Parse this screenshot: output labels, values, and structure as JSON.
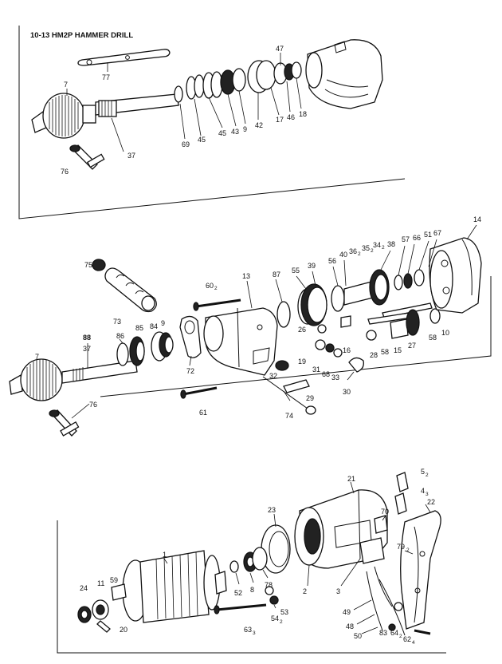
{
  "diagram": {
    "title": "10-13 HM2P HAMMER DRILL",
    "panel1_labels": {
      "p77": "77",
      "p7": "7",
      "p37": "37",
      "p76": "76",
      "p69": "69",
      "p45a": "45",
      "p45b": "45",
      "p43": "43",
      "p9": "9",
      "p42": "42",
      "p17": "17",
      "p47": "47",
      "p46": "46",
      "p18": "18"
    },
    "panel2_labels": {
      "p75": "75",
      "p73": "73",
      "p60": "60",
      "p60s": "2",
      "p13": "13",
      "p87": "87",
      "p55": "55",
      "p39": "39",
      "p56a": "56",
      "p40": "40",
      "p36": "36",
      "p36s": "2",
      "p35": "35",
      "p35s": "2",
      "p34": "34",
      "p34s": "2",
      "p38": "38",
      "p57": "57",
      "p66": "66",
      "p51": "51",
      "p67": "67",
      "p14": "14",
      "p88": "88",
      "p37": "37",
      "p7": "7",
      "p86": "86",
      "p85": "85",
      "p84": "84",
      "p9": "9",
      "p26": "26",
      "p32": "32",
      "p19": "19",
      "p31": "31",
      "p68": "68",
      "p16": "16",
      "p33": "33",
      "p28": "28",
      "p58a": "58",
      "p15": "15",
      "p27": "27",
      "p58b": "58",
      "p10": "10",
      "p30": "30",
      "p29": "29",
      "p72": "72",
      "p74": "74",
      "p61": "61",
      "p76": "76"
    },
    "panel3_labels": {
      "p5": "5",
      "p5s": "2",
      "p4": "4",
      "p4s": "3",
      "p21": "21",
      "p22": "22",
      "p70": "70",
      "p23": "23",
      "p79": "79",
      "p79s": "2",
      "p1": "1",
      "p11": "11",
      "p59": "59",
      "p24": "24",
      "p20": "20",
      "p52": "52",
      "p8": "8",
      "p78": "78",
      "p2": "2",
      "p3": "3",
      "p54": "54",
      "p54s": "2",
      "p53": "53",
      "p63": "63",
      "p63s": "3",
      "p49": "49",
      "p48": "48",
      "p50": "50",
      "p83": "83",
      "p64": "64",
      "p64s": "2",
      "p62": "62",
      "p62s": "4"
    }
  }
}
